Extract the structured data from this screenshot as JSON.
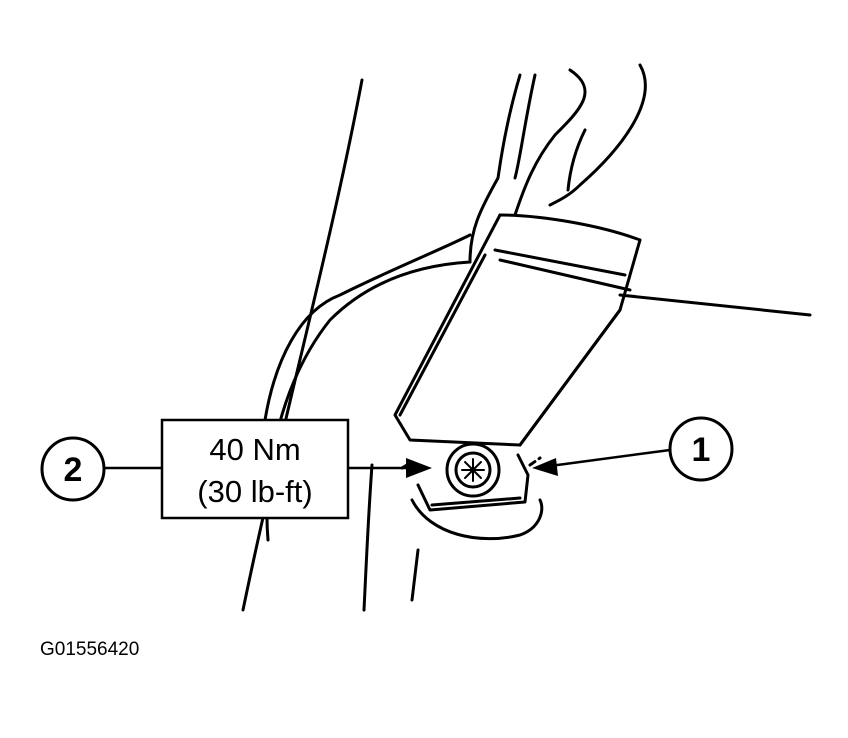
{
  "callouts": [
    {
      "number": "1"
    },
    {
      "number": "2"
    }
  ],
  "torque_spec": {
    "metric": "40 Nm",
    "imperial": "(30 lb-ft)"
  },
  "figure_id": "G01556420",
  "colors": {
    "line": "#000000",
    "background": "#ffffff"
  }
}
